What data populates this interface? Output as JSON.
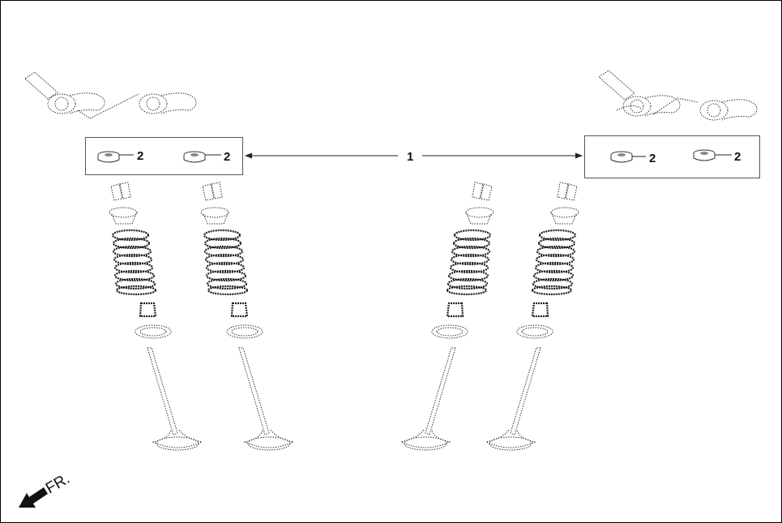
{
  "diagram": {
    "callouts": {
      "assembly_label": "1",
      "cap_labels": [
        "2",
        "2",
        "2",
        "2"
      ]
    },
    "direction_indicator": {
      "label": "FR.",
      "icon": "arrow-down-left-icon"
    }
  }
}
